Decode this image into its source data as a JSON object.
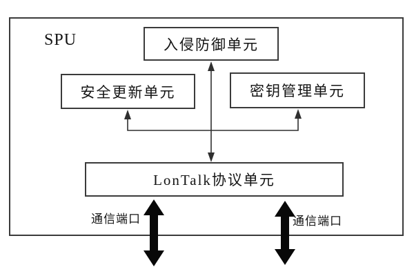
{
  "diagram": {
    "container_label": "SPU",
    "nodes": {
      "intrusion": {
        "label": "入侵防御单元"
      },
      "update": {
        "label": "安全更新单元"
      },
      "key": {
        "label": "密钥管理单元"
      },
      "lontalk": {
        "label": "LonTalk协议单元"
      }
    },
    "ports": {
      "left_label": "通信端口",
      "right_label": "通信端口"
    },
    "connections": [
      {
        "from": "lontalk",
        "to": "intrusion",
        "style": "thin-double-headed-vertical"
      },
      {
        "from": "lontalk",
        "to": "update",
        "style": "thin-single-headed-up"
      },
      {
        "from": "lontalk",
        "to": "key",
        "style": "thin-single-headed-up"
      },
      {
        "from": "lontalk",
        "to": "external-port-left",
        "style": "thick-double-headed-vertical"
      },
      {
        "from": "lontalk",
        "to": "external-port-right",
        "style": "thick-double-headed-vertical"
      }
    ],
    "colors": {
      "line": "#2f2f2f",
      "box_border": "#3a3a3a",
      "text": "#141414",
      "arrow_fill": "#080808",
      "background": "#ffffff"
    }
  }
}
